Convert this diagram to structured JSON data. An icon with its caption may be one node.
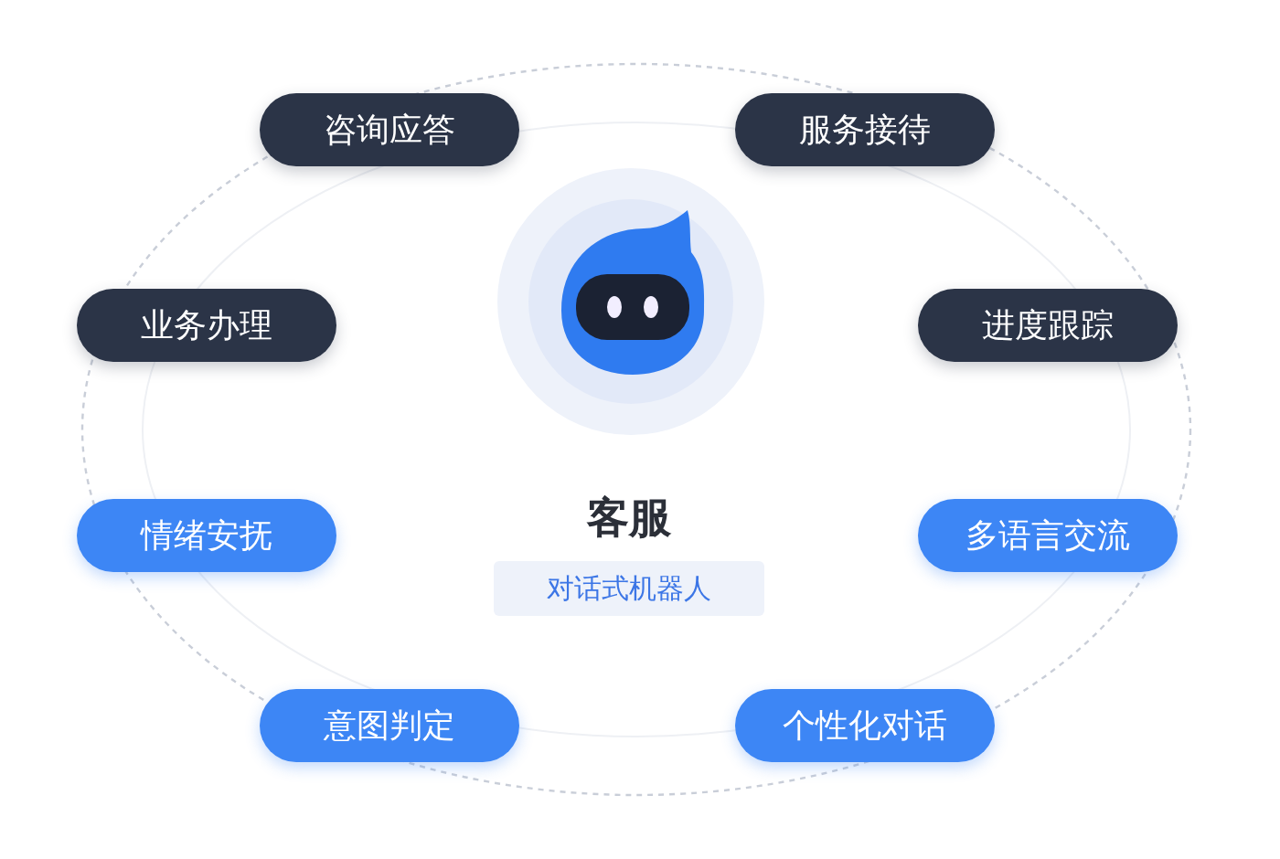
{
  "diagram": {
    "nodes": [
      {
        "text": [
          "咨询应答"
        ]
      },
      {
        "text": [
          "服务接待"
        ]
      },
      {
        "text": [
          "业务办理"
        ]
      },
      {
        "text": [
          "进度跟踪"
        ]
      },
      {
        "text": [
          "情绪安抚"
        ]
      },
      {
        "text": [
          "多语言交流"
        ]
      },
      {
        "text": [
          "对话式机器人"
        ]
      },
      {
        "text": [
          "意图判定"
        ]
      },
      {
        "text": [
          "个性化对话"
        ]
      }
    ],
    "labels": [
      "客服"
    ]
  }
}
